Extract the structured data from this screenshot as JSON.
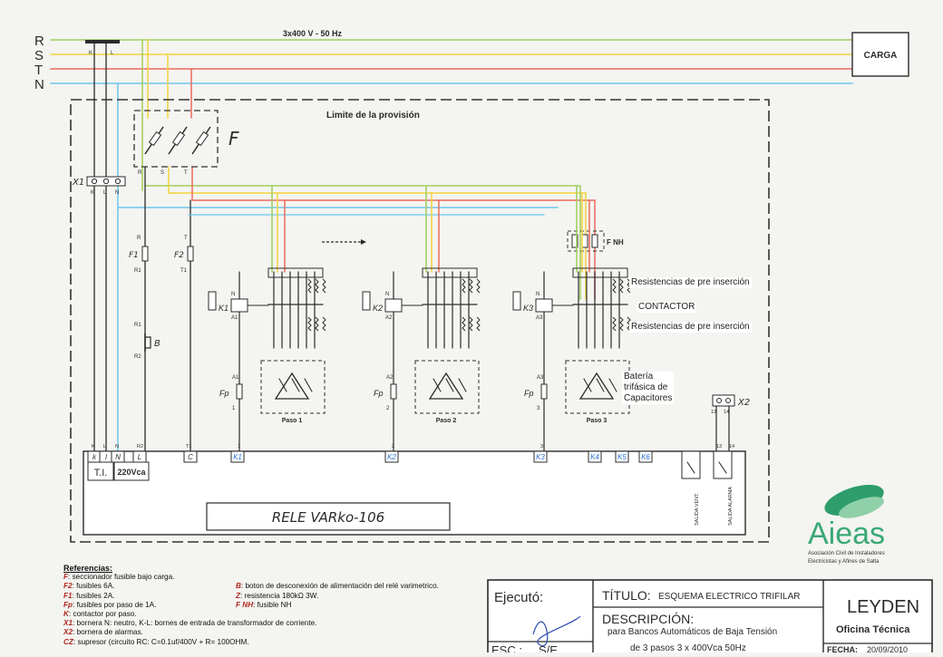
{
  "colors": {
    "R": "#9fcf5d",
    "S": "#f2d33c",
    "T": "#ec6a5c",
    "N": "#6cc6ec",
    "ink": "#2b2b2b",
    "terminal_blue": "#2a6fd0",
    "brand_green": "#3aa877"
  },
  "supply": {
    "phases": [
      "R",
      "S",
      "T",
      "N"
    ],
    "voltage": "3x400 V - 50 Hz",
    "load": "CARGA"
  },
  "boundary_label": "Limite de la provisión",
  "disconnector": {
    "label": "F",
    "terminals": [
      "R",
      "S",
      "T"
    ]
  },
  "ct_terminals": [
    "K",
    "L"
  ],
  "x1": {
    "label": "X1",
    "terminals": [
      "K",
      "L",
      "N"
    ]
  },
  "fuse_f1": {
    "label": "F1",
    "top": "R",
    "bottom": "R1"
  },
  "fuse_f2": {
    "label": "F2",
    "top": "T",
    "bottom": "T1"
  },
  "button_b": {
    "label": "B",
    "top": "R1",
    "bottom": "R2"
  },
  "fnh": {
    "label": "F NH"
  },
  "steps": [
    {
      "step": "Paso 1",
      "contactor": "K1",
      "fuse": "Fp",
      "term_top": "A1",
      "term_bottom": "1",
      "coil_top": "N",
      "coil_bottom": "A1"
    },
    {
      "step": "Paso 2",
      "contactor": "K2",
      "fuse": "Fp",
      "term_top": "A2",
      "term_bottom": "2",
      "coil_top": "N",
      "coil_bottom": "A2"
    },
    {
      "step": "Paso 3",
      "contactor": "K3",
      "fuse": "Fp",
      "term_top": "A3",
      "term_bottom": "3",
      "coil_top": "N",
      "coil_bottom": "A3"
    }
  ],
  "annotations": {
    "pre_insertion_top": "Resistencias de pre inserción",
    "contactor": "CONTACTOR",
    "pre_insertion_bottom": "Resistencias de pre inserción",
    "battery": [
      "Batería",
      "trifásica de",
      "Capacitores"
    ]
  },
  "x2": {
    "label": "X2",
    "terminals": [
      "13",
      "14"
    ]
  },
  "relay": {
    "name": "RELE VARko-106",
    "ti_label": "T.I.",
    "supply_label": "220Vca",
    "top_wire_labels": [
      "K",
      "L",
      "N",
      "R2",
      "T1",
      "1",
      "2",
      "3",
      "13",
      "14"
    ],
    "terminals": [
      "k",
      "l",
      "N",
      "L",
      "C",
      "K1",
      "K2",
      "K3",
      "K4",
      "K5",
      "K6"
    ],
    "outputs": [
      "SALIDA VENT.",
      "SALIDA ALARMA"
    ]
  },
  "logo": {
    "name": "Aieas",
    "subtitle_1": "Asociación Civil de Instaladores",
    "subtitle_2": "Electricistas y Afines de Salta"
  },
  "references": {
    "title": "Referencias:",
    "left": [
      {
        "key": "F",
        "text": ": seccionador fusible bajo carga."
      },
      {
        "key": "F2",
        "text": ": fusibles 6A."
      },
      {
        "key": "F1",
        "text": ": fusibles 2A."
      },
      {
        "key": "Fp",
        "text": ": fusibles por paso de 1A."
      },
      {
        "key": "K",
        "text": ": contactor por paso."
      },
      {
        "key": "X1",
        "text": ": bornera N: neutro, K-L: bornes de entrada de transformador de corriente."
      },
      {
        "key": "X2",
        "text": ": bornera de alarmas."
      },
      {
        "key": "CZ",
        "text": ": supresor (circuito RC: C=0.1uf/400V + R= 100OHM."
      }
    ],
    "right": [
      {
        "key": "B",
        "text": ": boton de desconexión de alimentación del relé varimetrico."
      },
      {
        "key": "Z",
        "text": ": resistencia 180kΩ 3W."
      },
      {
        "key": "F NH",
        "text": ": fusible NH"
      }
    ]
  },
  "title_block": {
    "ejecuto_label": "Ejecutó:",
    "eso_label": "ESC :",
    "eso_value": "S/E",
    "titulo_label": "TÍTULO:",
    "titulo_value": "ESQUEMA ELECTRICO TRIFILAR",
    "descripcion_label": "DESCRIPCIÓN:",
    "descripcion_line1": "para Bancos Automáticos de Baja Tensión",
    "descripcion_line2": "de 3 pasos 3 x 400Vca 50Hz",
    "company": "LEYDEN",
    "office": "Oficina Técnica",
    "fecha_label": "FECHA:",
    "fecha_value": "20/09/2010"
  }
}
